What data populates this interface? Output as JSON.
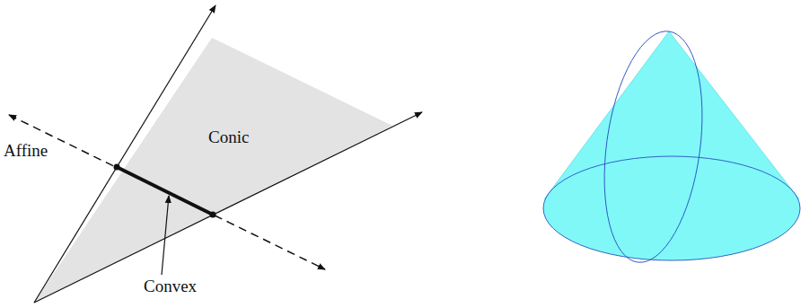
{
  "diagram": {
    "labels": [
      "Affine",
      "Conic",
      "Convex"
    ]
  }
}
